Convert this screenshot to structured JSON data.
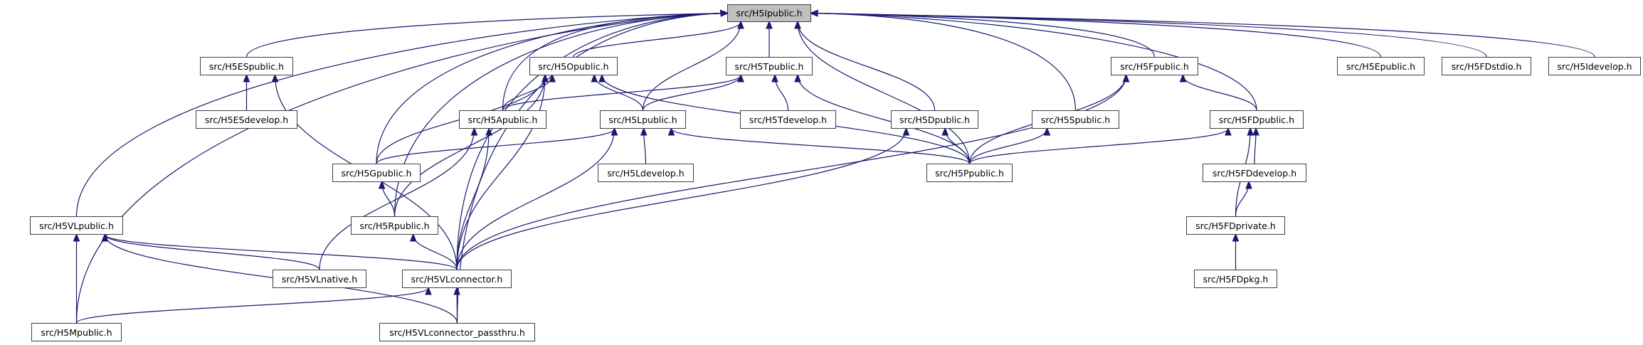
{
  "graph": {
    "root": "src/H5Ipublic.h",
    "colors": {
      "edge": "#191970",
      "node_border": "#404040",
      "root_fill": "#bfbfbf",
      "node_fill": "#ffffff"
    },
    "nodes": [
      {
        "id": "H5Ipublic",
        "label": "src/H5Ipublic.h"
      },
      {
        "id": "H5ESpublic",
        "label": "src/H5ESpublic.h"
      },
      {
        "id": "H5ESdevelop",
        "label": "src/H5ESdevelop.h"
      },
      {
        "id": "H5Opublic",
        "label": "src/H5Opublic.h"
      },
      {
        "id": "H5Tpublic",
        "label": "src/H5Tpublic.h"
      },
      {
        "id": "H5Apublic",
        "label": "src/H5Apublic.h"
      },
      {
        "id": "H5Lpublic",
        "label": "src/H5Lpublic.h"
      },
      {
        "id": "H5Tdevelop",
        "label": "src/H5Tdevelop.h"
      },
      {
        "id": "H5Dpublic",
        "label": "src/H5Dpublic.h"
      },
      {
        "id": "H5Spublic",
        "label": "src/H5Spublic.h"
      },
      {
        "id": "H5Fpublic",
        "label": "src/H5Fpublic.h"
      },
      {
        "id": "H5FDpublic",
        "label": "src/H5FDpublic.h"
      },
      {
        "id": "H5Epublic",
        "label": "src/H5Epublic.h"
      },
      {
        "id": "H5FDstdio",
        "label": "src/H5FDstdio.h"
      },
      {
        "id": "H5Idevelop",
        "label": "src/H5Idevelop.h"
      },
      {
        "id": "H5Gpublic",
        "label": "src/H5Gpublic.h"
      },
      {
        "id": "H5Ldevelop",
        "label": "src/H5Ldevelop.h"
      },
      {
        "id": "H5Ppublic",
        "label": "src/H5Ppublic.h"
      },
      {
        "id": "H5FDdevelop",
        "label": "src/H5FDdevelop.h"
      },
      {
        "id": "H5VLpublic",
        "label": "src/H5VLpublic.h"
      },
      {
        "id": "H5Rpublic",
        "label": "src/H5Rpublic.h"
      },
      {
        "id": "H5FDprivate",
        "label": "src/H5FDprivate.h"
      },
      {
        "id": "H5VLnative",
        "label": "src/H5VLnative.h"
      },
      {
        "id": "H5VLconnector",
        "label": "src/H5VLconnector.h"
      },
      {
        "id": "H5FDpkg",
        "label": "src/H5FDpkg.h"
      },
      {
        "id": "H5Mpublic",
        "label": "src/H5Mpublic.h"
      },
      {
        "id": "H5VLconnector_passthru",
        "label": "src/H5VLconnector_passthru.h"
      }
    ],
    "edges": [
      [
        "H5ESpublic",
        "H5Ipublic"
      ],
      [
        "H5Opublic",
        "H5Ipublic"
      ],
      [
        "H5Tpublic",
        "H5Ipublic"
      ],
      [
        "H5Lpublic",
        "H5Ipublic"
      ],
      [
        "H5Dpublic",
        "H5Ipublic"
      ],
      [
        "H5Ppublic",
        "H5Ipublic"
      ],
      [
        "H5Spublic",
        "H5Ipublic"
      ],
      [
        "H5Fpublic",
        "H5Ipublic"
      ],
      [
        "H5FDpublic",
        "H5Ipublic"
      ],
      [
        "H5Epublic",
        "H5Ipublic"
      ],
      [
        "H5FDstdio",
        "H5Ipublic"
      ],
      [
        "H5Idevelop",
        "H5Ipublic"
      ],
      [
        "H5VLpublic",
        "H5Ipublic"
      ],
      [
        "H5Mpublic",
        "H5Ipublic"
      ],
      [
        "H5Apublic",
        "H5Ipublic"
      ],
      [
        "H5Gpublic",
        "H5Ipublic"
      ],
      [
        "H5Rpublic",
        "H5Ipublic"
      ],
      [
        "H5VLconnector",
        "H5Ipublic"
      ],
      [
        "H5VLconnector_passthru",
        "H5Ipublic"
      ],
      [
        "H5ESdevelop",
        "H5ESpublic"
      ],
      [
        "H5VLconnector",
        "H5ESpublic"
      ],
      [
        "H5Apublic",
        "H5Opublic"
      ],
      [
        "H5Gpublic",
        "H5Opublic"
      ],
      [
        "H5Rpublic",
        "H5Opublic"
      ],
      [
        "H5Lpublic",
        "H5Opublic"
      ],
      [
        "H5Ppublic",
        "H5Opublic"
      ],
      [
        "H5VLconnector",
        "H5Opublic"
      ],
      [
        "H5Apublic",
        "H5Tpublic"
      ],
      [
        "H5Lpublic",
        "H5Tpublic"
      ],
      [
        "H5Tdevelop",
        "H5Tpublic"
      ],
      [
        "H5Ppublic",
        "H5Tpublic"
      ],
      [
        "H5Gpublic",
        "H5Lpublic"
      ],
      [
        "H5Ldevelop",
        "H5Lpublic"
      ],
      [
        "H5Ppublic",
        "H5Lpublic"
      ],
      [
        "H5VLconnector",
        "H5Lpublic"
      ],
      [
        "H5VLnative",
        "H5Apublic"
      ],
      [
        "H5VLconnector",
        "H5Apublic"
      ],
      [
        "H5Rpublic",
        "H5Gpublic"
      ],
      [
        "H5VLconnector",
        "H5Rpublic"
      ],
      [
        "H5VLconnector",
        "H5Dpublic"
      ],
      [
        "H5Ppublic",
        "H5Dpublic"
      ],
      [
        "H5Ppublic",
        "H5Spublic"
      ],
      [
        "H5Ppublic",
        "H5Fpublic"
      ],
      [
        "H5VLconnector",
        "H5Fpublic"
      ],
      [
        "H5FDpublic",
        "H5Fpublic"
      ],
      [
        "H5Ppublic",
        "H5FDpublic"
      ],
      [
        "H5FDdevelop",
        "H5FDpublic"
      ],
      [
        "H5FDprivate",
        "H5FDpublic"
      ],
      [
        "H5FDprivate",
        "H5FDdevelop"
      ],
      [
        "H5FDpkg",
        "H5FDprivate"
      ],
      [
        "H5Mpublic",
        "H5VLpublic"
      ],
      [
        "H5VLnative",
        "H5VLpublic"
      ],
      [
        "H5VLconnector",
        "H5VLpublic"
      ],
      [
        "H5VLconnector_passthru",
        "H5VLpublic"
      ],
      [
        "H5Mpublic",
        "H5VLconnector"
      ],
      [
        "H5VLconnector_passthru",
        "H5VLconnector"
      ]
    ]
  }
}
